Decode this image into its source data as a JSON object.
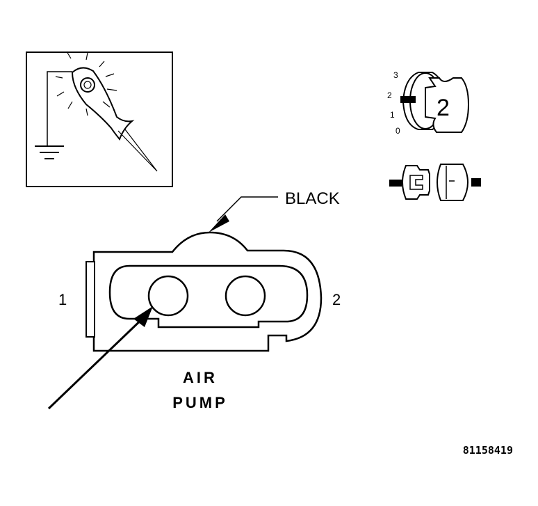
{
  "callouts": {
    "wire_color": "BLACK",
    "pin_left": "1",
    "pin_right": "2"
  },
  "component": {
    "line1": "AIR",
    "line2": "PUMP"
  },
  "ignition_key": {
    "position_3": "3",
    "position_2": "2",
    "position_1": "1",
    "position_0": "0",
    "key_number": "2"
  },
  "figure_id": "81158419",
  "icons": {
    "test_light": "test-light-probe-icon",
    "ground": "ground-symbol-icon",
    "ignition": "ignition-switch-key-icon",
    "connector": "connector-icon"
  },
  "colors": {
    "ink": "#000000",
    "paper": "#ffffff"
  }
}
